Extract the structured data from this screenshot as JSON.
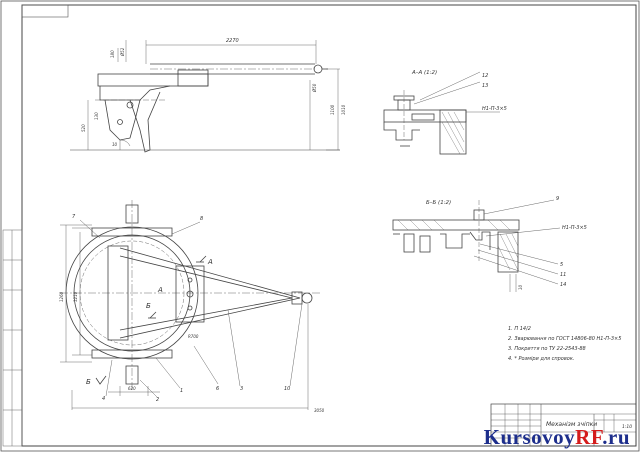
{
  "top_view": {
    "dim_top": "2270",
    "dim_short_a": "180",
    "dim_short_b": "Ø52",
    "dim_right_small": "Ø50",
    "dim_h1": "1100",
    "dim_h2": "1010",
    "dim_left_mid": "130",
    "dim_v": "520",
    "dim_angle": "10"
  },
  "section_aa": {
    "title": "А–А (1:2)",
    "label_12": "12",
    "label_13": "13",
    "weld": "Н1-П-3×5"
  },
  "section_bb": {
    "title": "Б–Б (1:2)",
    "label_9": "9",
    "weld": "Н1-П-3×5",
    "label_5": "5",
    "label_11": "11",
    "label_14": "14",
    "dim_small": "10"
  },
  "main_view": {
    "label_7": "7",
    "label_8": "8",
    "label_1": "1",
    "label_2": "2",
    "label_3": "3",
    "label_4": "4",
    "label_6": "6",
    "label_10": "10",
    "cut_a_top": "А",
    "cut_a_mid": "А",
    "cut_b_mid": "Б",
    "cut_b_bottom": "Б",
    "dim_left_outer": "1260",
    "dim_left_inner": "1210",
    "dim_bottom_small": "620",
    "dim_bottom_total": "3050",
    "dim_arc": "R700"
  },
  "notes": [
    "1. П 14/2",
    "2. Зварювання по ГОСТ 14806-80 Н1-П-3×5",
    "3. Покриття по ТУ 22-2543-88",
    "4. * Розміри для спровок."
  ],
  "title_block": {
    "name": "Механізм зчіпки",
    "sheet": "1:10"
  },
  "watermark": {
    "part1": "Kursovoy",
    "part2": "RF",
    "part3": ".ru"
  },
  "colors": {
    "line": "#444444",
    "watermark_blue": "#1d2e8c",
    "watermark_red": "#d41c1c"
  }
}
